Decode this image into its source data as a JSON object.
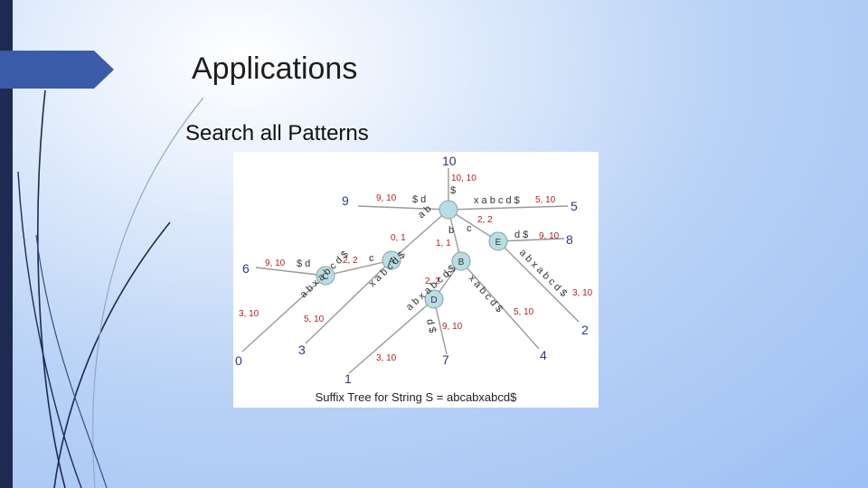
{
  "slide": {
    "title": "Applications",
    "subtitle": "Search all Patterns"
  },
  "colors": {
    "background_light": "#e4eefc",
    "background_dark": "#9dc0f4",
    "left_bar": "#1f2a52",
    "title_tab": "#3a5ba8",
    "edge_label_red": "#b22222",
    "node_fill": "#b8dde4"
  },
  "figure": {
    "caption": "Suffix Tree for String S = abcabxabcd$",
    "internal_nodes": [
      {
        "id": "root",
        "label": ""
      },
      {
        "id": "A",
        "label": "A"
      },
      {
        "id": "B",
        "label": "B"
      },
      {
        "id": "C",
        "label": "C"
      },
      {
        "id": "D",
        "label": "D"
      },
      {
        "id": "E",
        "label": "E"
      }
    ],
    "leaf_labels": [
      "0",
      "1",
      "2",
      "3",
      "4",
      "5",
      "6",
      "7",
      "8",
      "9",
      "10"
    ],
    "edges": [
      {
        "from": "root",
        "to": "10",
        "chars": "$",
        "index": "10, 10"
      },
      {
        "from": "root",
        "to": "9",
        "chars": "$ d",
        "index": "9, 10"
      },
      {
        "from": "root",
        "to": "5",
        "chars": "x a b c d $",
        "index": "5, 10"
      },
      {
        "from": "root",
        "to": "A",
        "chars": "a b",
        "index": "0, 1"
      },
      {
        "from": "root",
        "to": "B",
        "chars": "b",
        "index": "1, 1"
      },
      {
        "from": "root",
        "to": "E",
        "chars": "c",
        "index": "2, 2"
      },
      {
        "from": "E",
        "to": "8",
        "chars": "d $",
        "index": "9, 10"
      },
      {
        "from": "E",
        "to": "2",
        "chars": "a b x a b c d $",
        "index": "3, 10"
      },
      {
        "from": "A",
        "to": "C",
        "chars": "c",
        "index": "2, 2"
      },
      {
        "from": "A",
        "to": "3",
        "chars": "x a b c d $",
        "index": "5, 10"
      },
      {
        "from": "C",
        "to": "6",
        "chars": "$ d",
        "index": "9, 10"
      },
      {
        "from": "C",
        "to": "0",
        "chars": "a b x a b c d $",
        "index": "3, 10"
      },
      {
        "from": "B",
        "to": "D",
        "chars": "c",
        "index": "2, 2"
      },
      {
        "from": "B",
        "to": "4",
        "chars": "x a b c d $",
        "index": "5, 10"
      },
      {
        "from": "D",
        "to": "7",
        "chars": "d $",
        "index": "9, 10"
      },
      {
        "from": "D",
        "to": "1",
        "chars": "a b x a b c d $",
        "index": "3, 10"
      }
    ]
  }
}
